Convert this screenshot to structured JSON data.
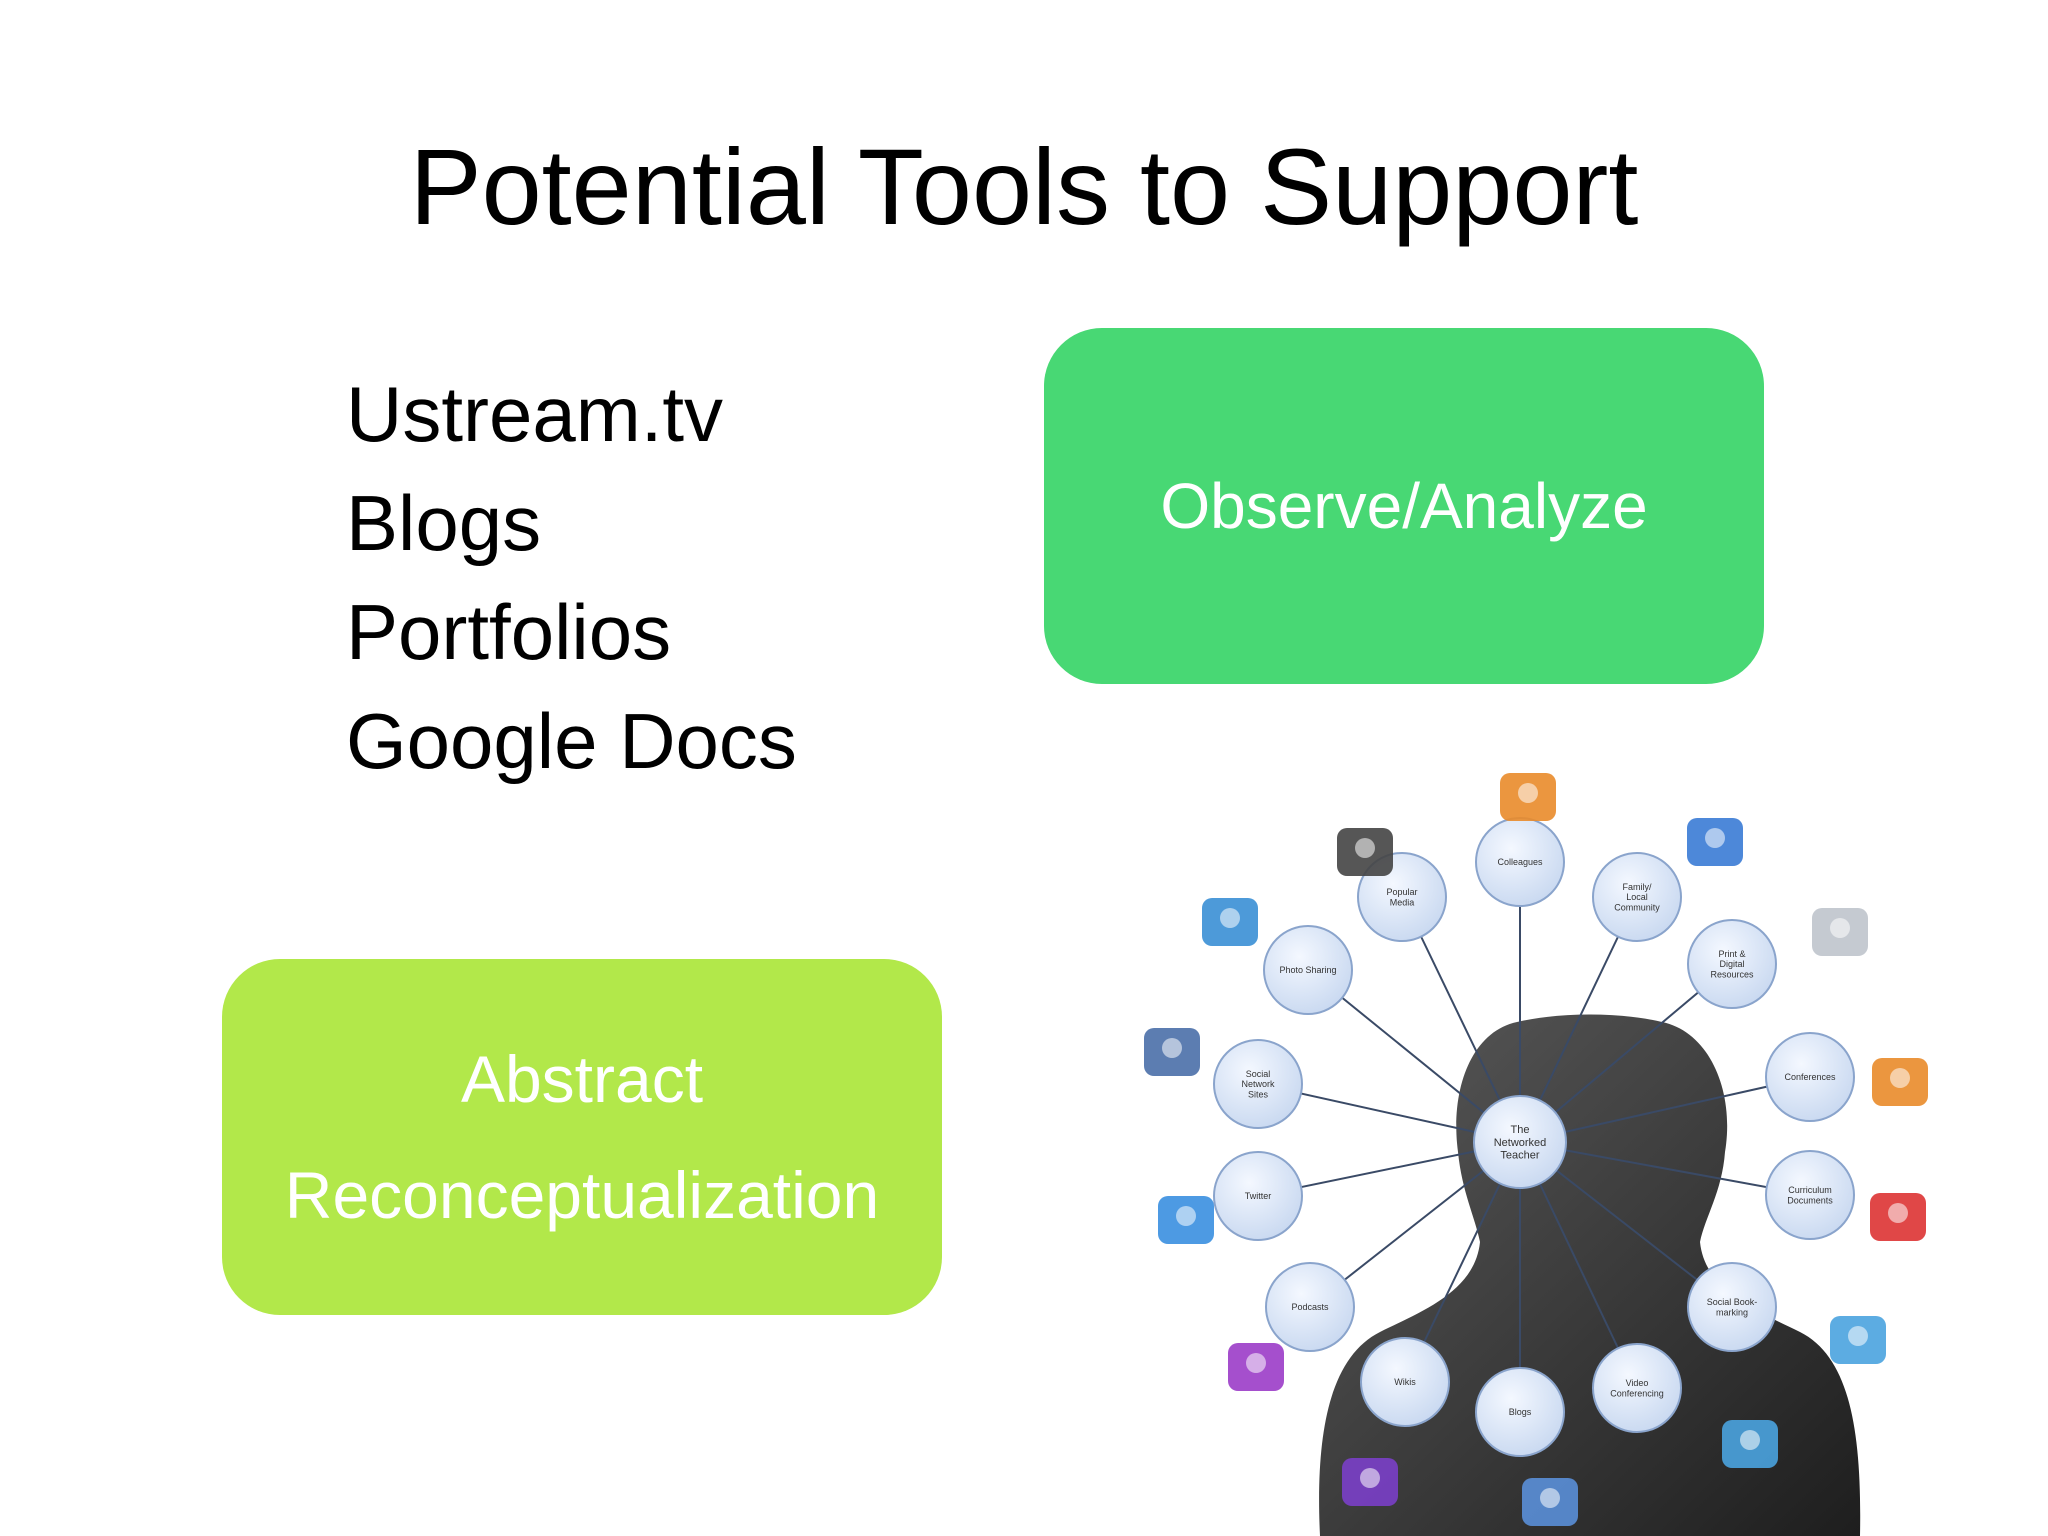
{
  "slide": {
    "title": "Potential Tools to Support",
    "tools": [
      "Ustream.tv",
      "Blogs",
      "Portfolios",
      "Google Docs"
    ],
    "observe_box": {
      "label": "Observe/Analyze",
      "color": "#48d874"
    },
    "abstract_box": {
      "line1": "Abstract",
      "line2": "Reconceptualization",
      "color": "#b2e84a"
    }
  },
  "network_diagram": {
    "center": [
      "The",
      "Networked",
      "Teacher"
    ],
    "nodes": [
      [
        "Colleagues"
      ],
      [
        "Family/",
        "Local",
        "Community"
      ],
      [
        "Print &",
        "Digital",
        "Resources"
      ],
      [
        "Conferences"
      ],
      [
        "Curriculum",
        "Documents"
      ],
      [
        "Social Book-",
        "marking"
      ],
      [
        "Video",
        "Conferencing"
      ],
      [
        "Blogs"
      ],
      [
        "Wikis"
      ],
      [
        "Podcasts"
      ],
      [
        "Twitter"
      ],
      [
        "Social",
        "Network",
        "Sites"
      ],
      [
        "Photo Sharing"
      ],
      [
        "Popular",
        "Media"
      ]
    ],
    "icons": [
      "film-icon",
      "people-icon",
      "house-icon",
      "printer-icon",
      "group-icon",
      "binders-icon",
      "tag-icon",
      "chat-bubble-icon",
      "hi-note-icon",
      "book-icon",
      "podcast-icon",
      "bird-icon",
      "globe-icon",
      "photo-icon"
    ]
  }
}
